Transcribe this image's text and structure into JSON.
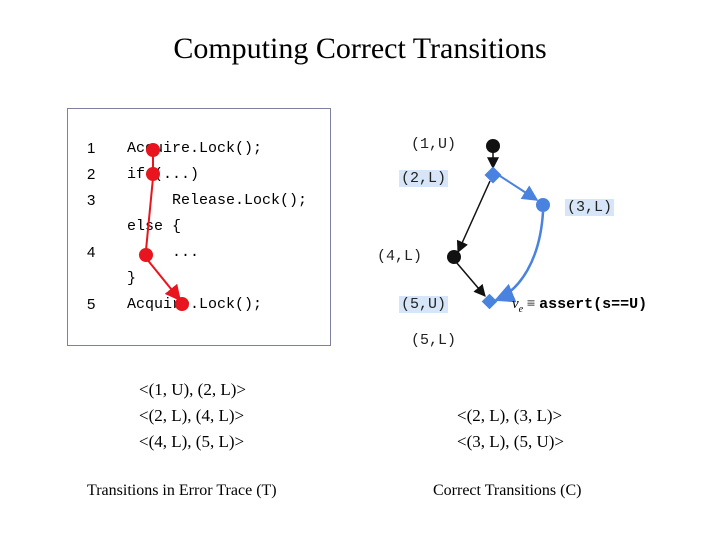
{
  "title": "Computing Correct Transitions",
  "code_lines": [
    {
      "num": "1",
      "text": "Acquire.Lock();"
    },
    {
      "num": "2",
      "text": "if (...)"
    },
    {
      "num": "3",
      "text": "   Release.Lock();"
    },
    {
      "text": "else {"
    },
    {
      "num": "4",
      "text": "   ..."
    },
    {
      "text": "}"
    },
    {
      "num": "5",
      "text": "Acquire.Lock();"
    }
  ],
  "graph_labels": {
    "n1": "(1,U)",
    "n2": "(2,L)",
    "n3": "(3,L)",
    "n4": "(4,L)",
    "n5u": "(5,U)",
    "n5l": "(5,L)"
  },
  "assertion": {
    "var": "v",
    "sub": "e",
    "equiv": " ≡ ",
    "text": "assert(s==U)"
  },
  "error_trace": [
    "<(1, U), (2, L)>",
    "<(2, L), (4, L)>",
    "<(4, L), (5, L)>"
  ],
  "correct_transitions": [
    "<(2, L), (3, L)>",
    "<(3, L), (5, U)>"
  ],
  "captions": {
    "left": "Transitions in Error Trace (T)",
    "right": "Correct Transitions (C)"
  },
  "colors": {
    "error_node": "#e8141e",
    "correct_path": "#4a82e0",
    "black_node": "#111111"
  }
}
